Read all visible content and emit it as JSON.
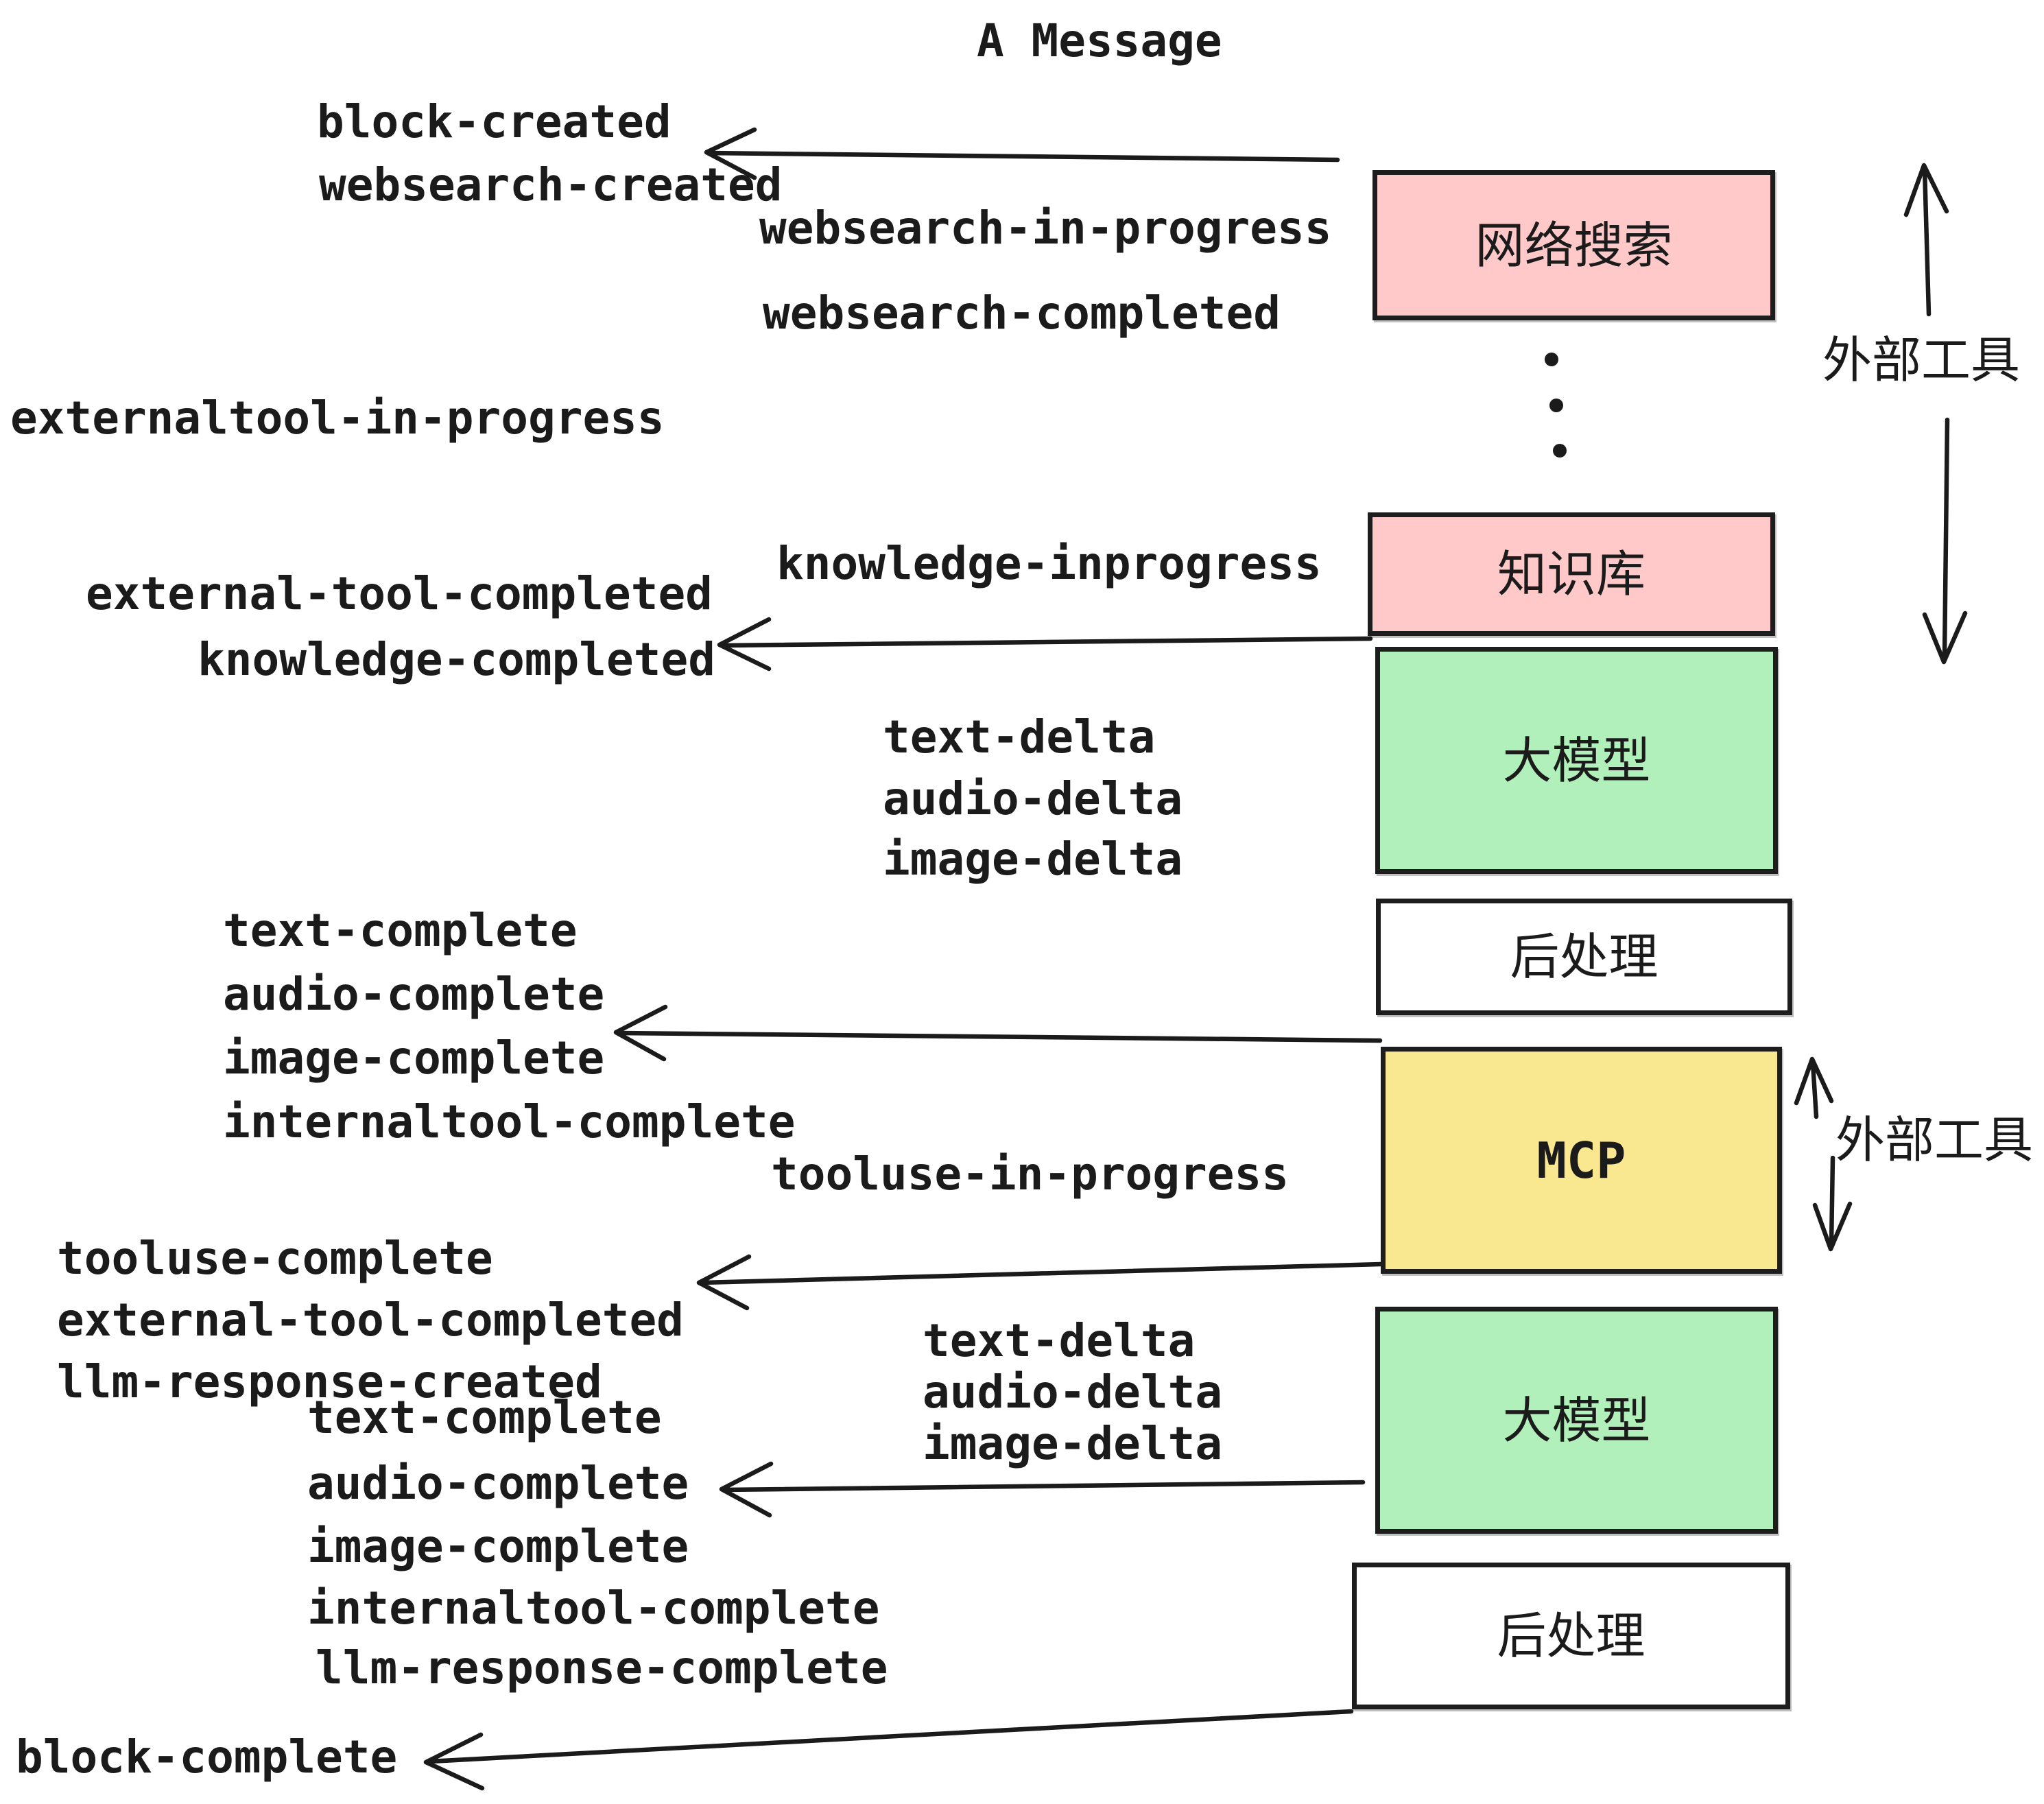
{
  "title": "A Message",
  "colors": {
    "pink": "#ffc9c9",
    "green": "#b2f0bb",
    "yellow": "#fae890",
    "white": "#ffffff",
    "ink": "#1b1b1b"
  },
  "boxes": {
    "websearch": "网络搜索",
    "knowledge": "知识库",
    "llm1": "大模型",
    "post1": "后处理",
    "mcp": "MCP",
    "llm2": "大模型",
    "post2": "后处理"
  },
  "side": {
    "external_tools_top": "外部工具",
    "external_tools_mid": "外部工具"
  },
  "events": {
    "block_created": "block-created",
    "websearch_created": "websearch-created",
    "websearch_in_progress": "websearch-in-progress",
    "websearch_completed": "websearch-completed",
    "externaltool_in_progress": "externaltool-in-progress",
    "knowledge_inprogress": "knowledge-inprogress",
    "external_tool_completed_1": "external-tool-completed",
    "knowledge_completed": "knowledge-completed",
    "text_delta_1": "text-delta",
    "audio_delta_1": "audio-delta",
    "image_delta_1": "image-delta",
    "text_complete_1": "text-complete",
    "audio_complete_1": "audio-complete",
    "image_complete_1": "image-complete",
    "internaltool_complete_1": "internaltool-complete",
    "tooluse_in_progress": "tooluse-in-progress",
    "tooluse_complete": "tooluse-complete",
    "external_tool_completed_2": "external-tool-completed",
    "llm_response_created": "llm-response-created",
    "text_delta_2": "text-delta",
    "audio_delta_2": "audio-delta",
    "image_delta_2": "image-delta",
    "text_complete_2": "text-complete",
    "audio_complete_2": "audio-complete",
    "image_complete_2": "image-complete",
    "internaltool_complete_2": "internaltool-complete",
    "llm_response_complete": "llm-response-complete",
    "block_complete": "block-complete"
  }
}
